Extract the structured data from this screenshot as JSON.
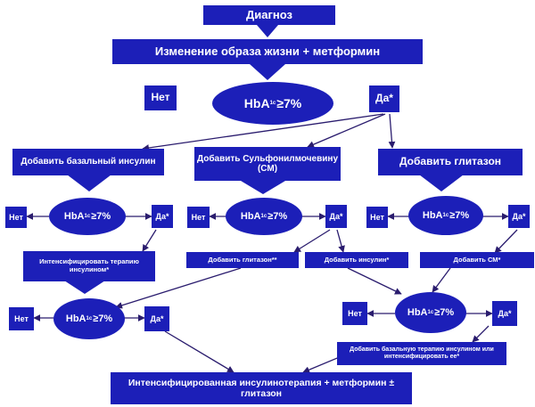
{
  "colors": {
    "box": "#1c1fb8",
    "line": "#2a1c6e",
    "text": "#ffffff"
  },
  "top": {
    "diagnosis": "Диагноз",
    "lifestyle": "Изменение образа жизни + метформин",
    "no": "Нет",
    "yes": "Да*",
    "hba_main": "HbA",
    "hba_sub": "1c",
    "hba_rest": " ≥7%"
  },
  "branches": {
    "basal": "Добавить базальный инсулин",
    "su": "Добавить Сульфонилмочевину (СМ)",
    "glitazone": "Добавить глитазон"
  },
  "level2": {
    "no": "Нет",
    "yes": "Да*",
    "hba_main": "HbA",
    "hba_sub": "1c",
    "hba_rest": " ≥7%"
  },
  "actions": {
    "intensify": "Интенсифицировать терапию инсулином*",
    "add_glitazone": "Добавить глитазон**",
    "add_insulin": "Добавить инсулин*",
    "add_su": "Добавить СМ*"
  },
  "level3": {
    "no": "Нет",
    "yes": "Да*",
    "hba_main": "HbA",
    "hba_sub": "1c",
    "hba_rest": " ≥7%",
    "add_basal_or_intensify": "Добавить базальную терапию инсулином или интенсифицировать ее*"
  },
  "final": "Интенсифицированная инсулинотерапия + метформин ± глитазон"
}
